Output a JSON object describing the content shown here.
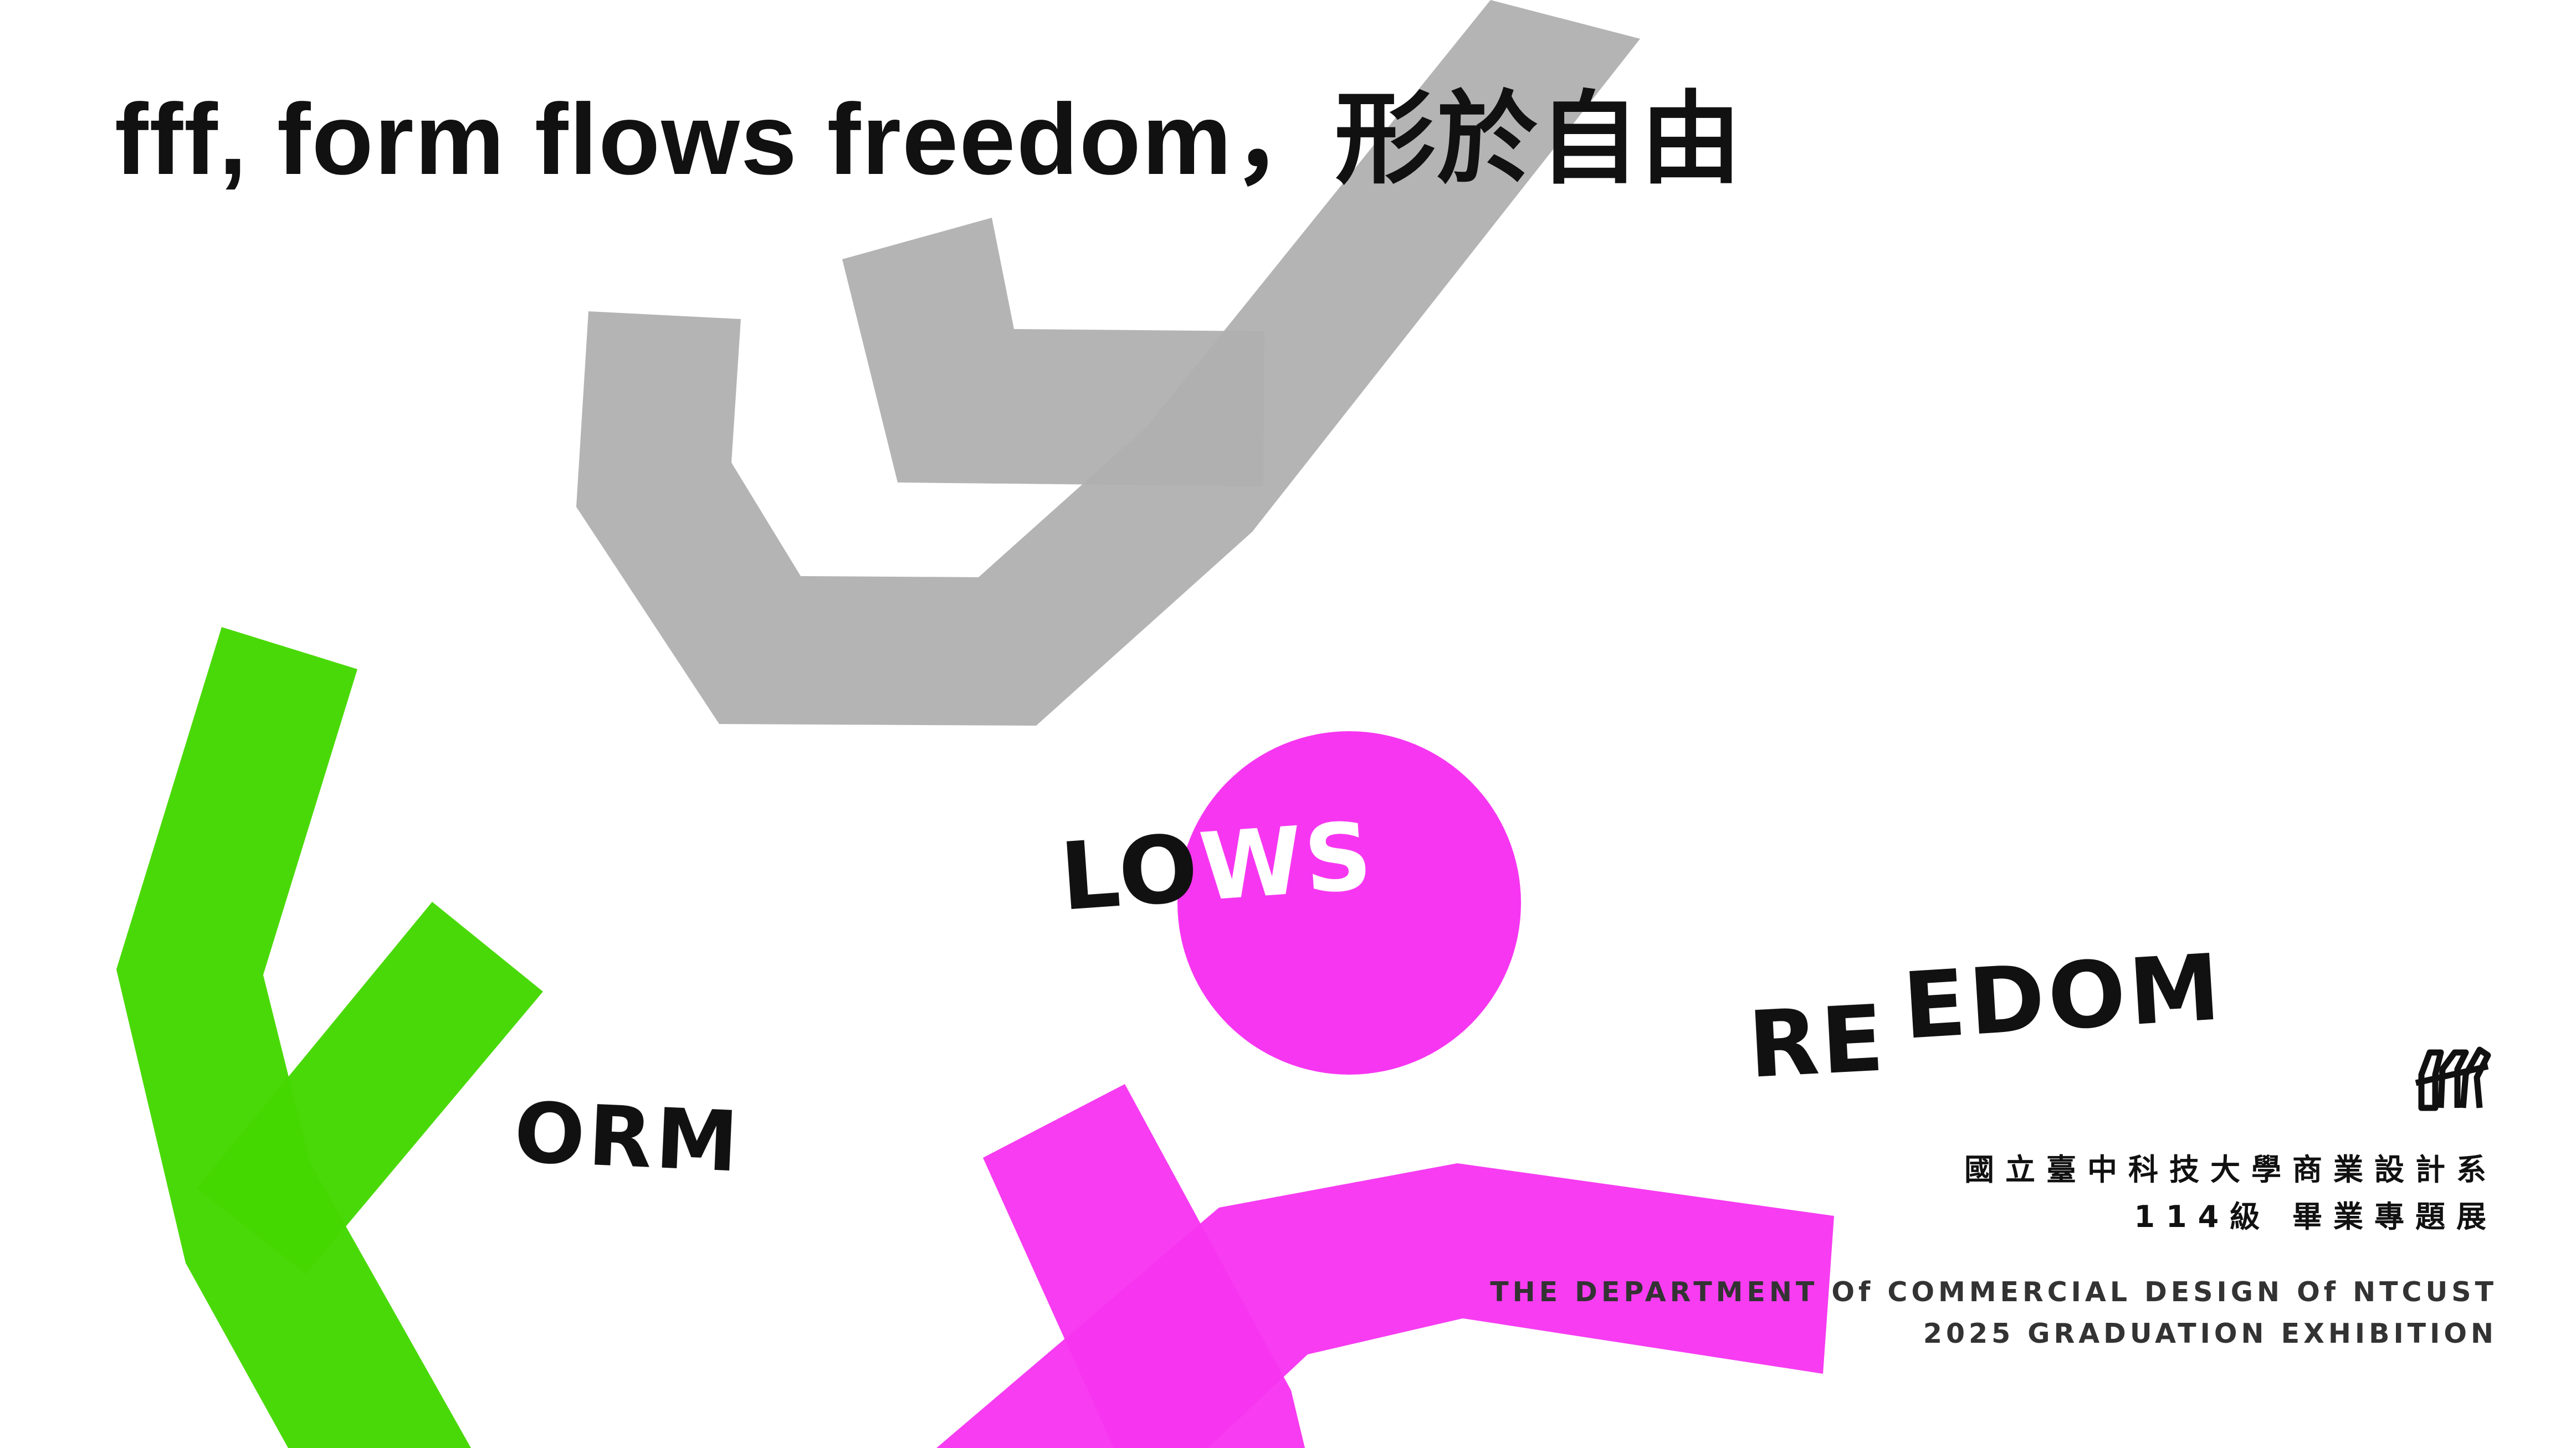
{
  "headline": {
    "en": "fff, form flows freedom",
    "zh": "，形於自由"
  },
  "words": {
    "form": "ORM",
    "flows_dark": "LO",
    "flows_light": "WS",
    "freedom_a": "RE",
    "freedom_b": "EDOM"
  },
  "institution": {
    "zh_line1": "國立臺中科技大學商業設計系",
    "zh_line2": "114級 畢業專題展",
    "en_line1": "THE DEPARTMENT Of COMMERCIAL DESIGN Of NTCUST",
    "en_line2": "2025 GRADUATION EXHIBITION"
  },
  "colors": {
    "gray": "#b0b0b0",
    "green": "#44d800",
    "magenta": "#f736f1",
    "text": "#111111"
  },
  "icons": [
    "department-logo-icon"
  ]
}
